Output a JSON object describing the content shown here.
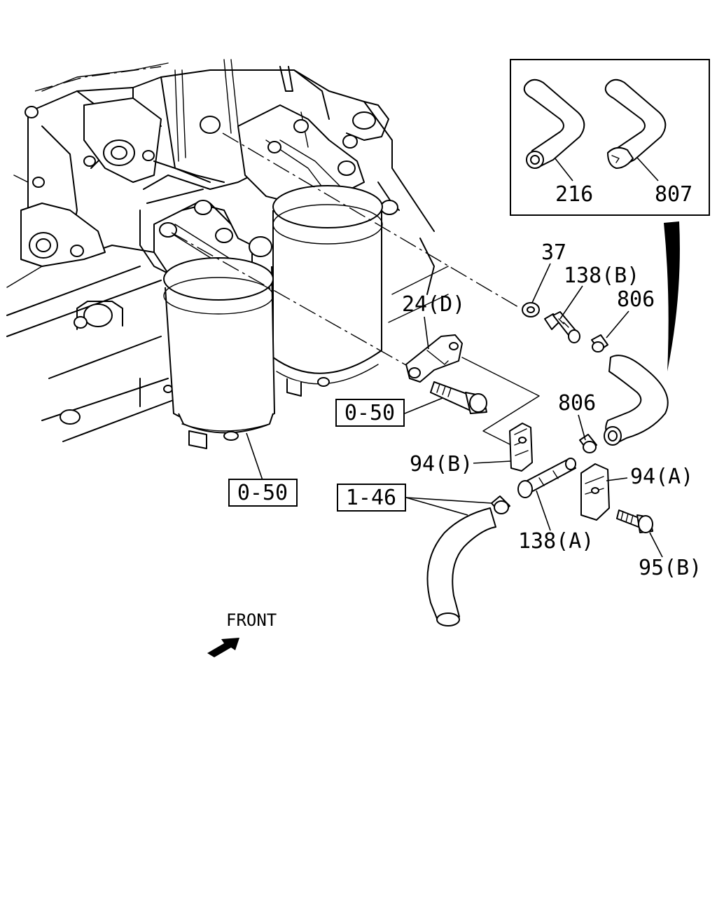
{
  "callouts": {
    "c216": "216",
    "c807": "807",
    "c37": "37",
    "c138b": "138(B)",
    "c806a": "806",
    "c24d": "24(D)",
    "c050a": "0-50",
    "c806b": "806",
    "c94b": "94(B)",
    "c94a": "94(A)",
    "c146": "1-46",
    "c138a": "138(A)",
    "c050b": "0-50",
    "c95b": "95(B)"
  },
  "front_label": "FRONT"
}
